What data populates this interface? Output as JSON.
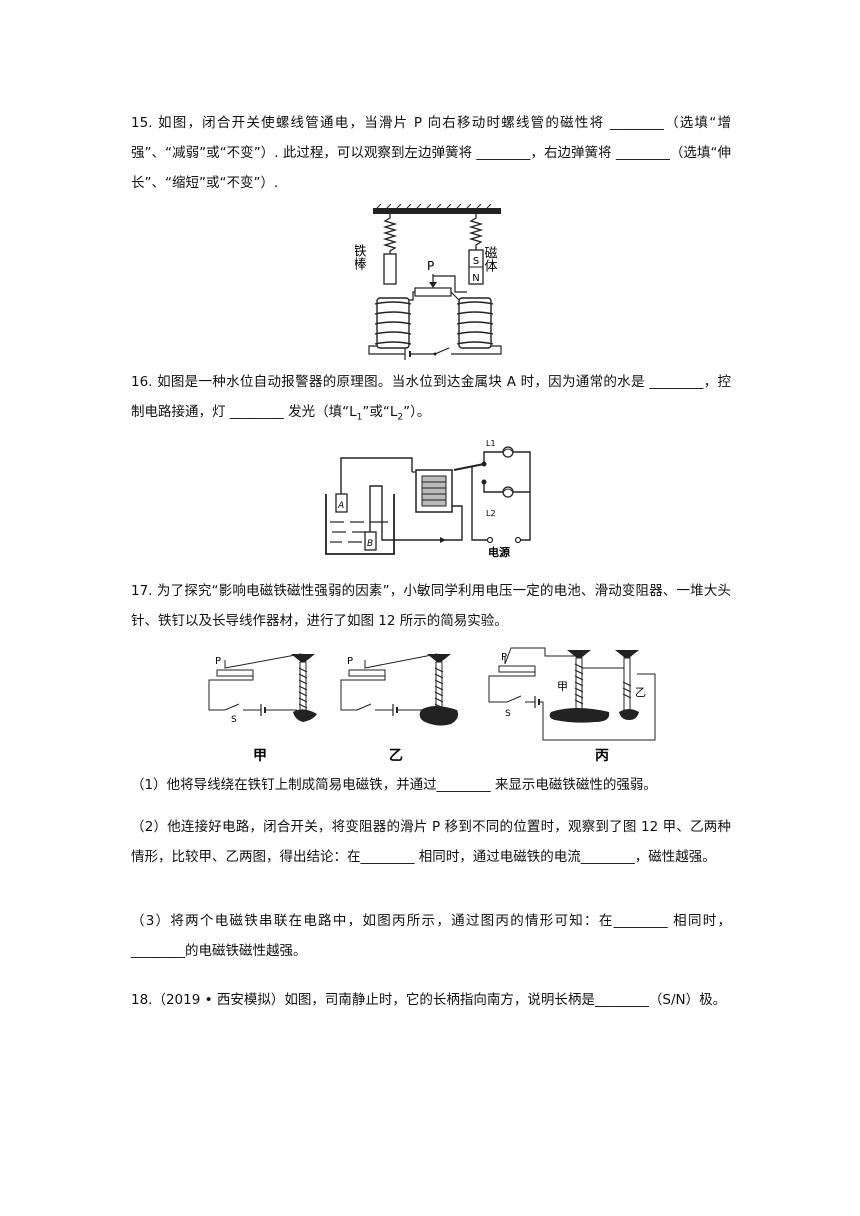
{
  "q15": {
    "text": "15. 如图，闭合开关使螺线管通电，当滑片 P 向右移动时螺线管的磁性将 ________（选填“增强”、“减弱”或“不变”）. 此过程，可以观察到左边弹簧将 ________，右边弹簧将 ________（选填“伸长”、“缩短”或“不变”）.",
    "fig": {
      "iron_label": "铁棒",
      "magnet_label": "磁体",
      "slider_label": "P",
      "pole_s": "S",
      "pole_n": "N"
    }
  },
  "q16": {
    "text_a": "16. 如图是一种水位自动报警器的原理图。当水位到达金属块 A 时，因为通常的水是 ________，控制电路接通，灯 ________ 发光（填“L",
    "sub1": "1",
    "text_b": "”或“L",
    "sub2": "2",
    "text_c": "”）。",
    "fig": {
      "a": "A",
      "b": "B",
      "l1": "L1",
      "l2": "L2",
      "power": "电源"
    }
  },
  "q17": {
    "intro": "17. 为了探究“影响电磁铁磁性强弱的因素”，小敏同学利用电压一定的电池、滑动变阻器、一堆大头针、铁钉以及长导线作器材，进行了如图 12 所示的简易实验。",
    "fig": {
      "p": "P",
      "s": "S",
      "jia": "甲",
      "yi": "乙",
      "bing": "丙"
    },
    "p1": "（1）他将导线绕在铁钉上制成简易电磁铁，并通过________ 来显示电磁铁磁性的强弱。",
    "p2": "（2）他连接好电路，闭合开关，将变阻器的滑片 P 移到不同的位置时，观察到了图 12 甲、乙两种情形，比较甲、乙两图，得出结论：在________ 相同时，通过电磁铁的电流________，磁性越强。",
    "p3": "（3）将两个电磁铁串联在电路中，如图丙所示，通过图丙的情形可知：在________ 相同时，________的电磁铁磁性越强。"
  },
  "q18": {
    "text": "18.（2019 • 西安模拟）如图，司南静止时，它的长柄指向南方，说明长柄是________（S/N）极。"
  }
}
